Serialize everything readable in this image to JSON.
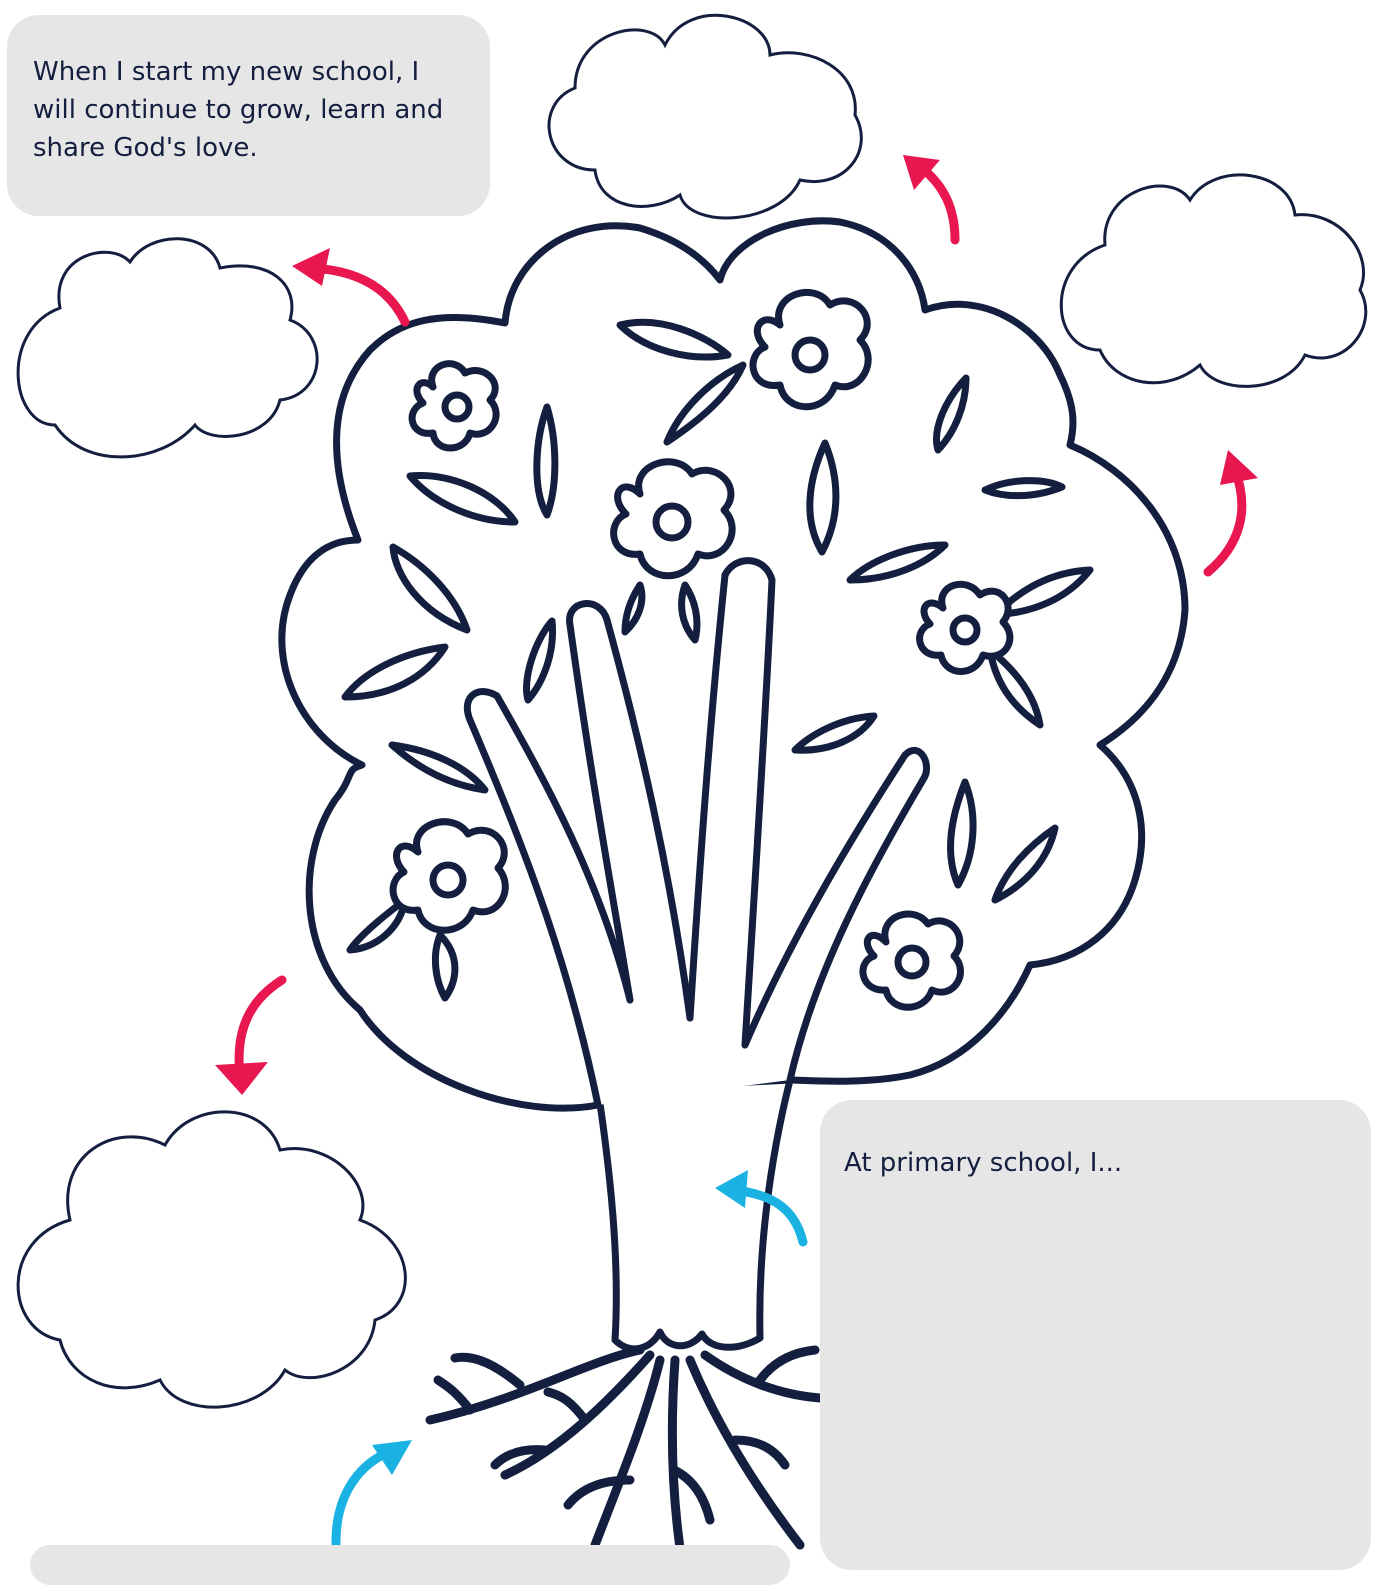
{
  "prompts": {
    "future": "When I start my new school, I will continue to grow, learn and share God's love.",
    "primary": "At primary school, I..."
  },
  "colors": {
    "ink": "#141f3f",
    "text_box": "#e6e6e6",
    "arrow_growth": "#e8174f",
    "arrow_roots": "#1ab2e2"
  },
  "icons": [
    "tree-illustration",
    "cloud-shape",
    "curved-arrow-icon"
  ]
}
